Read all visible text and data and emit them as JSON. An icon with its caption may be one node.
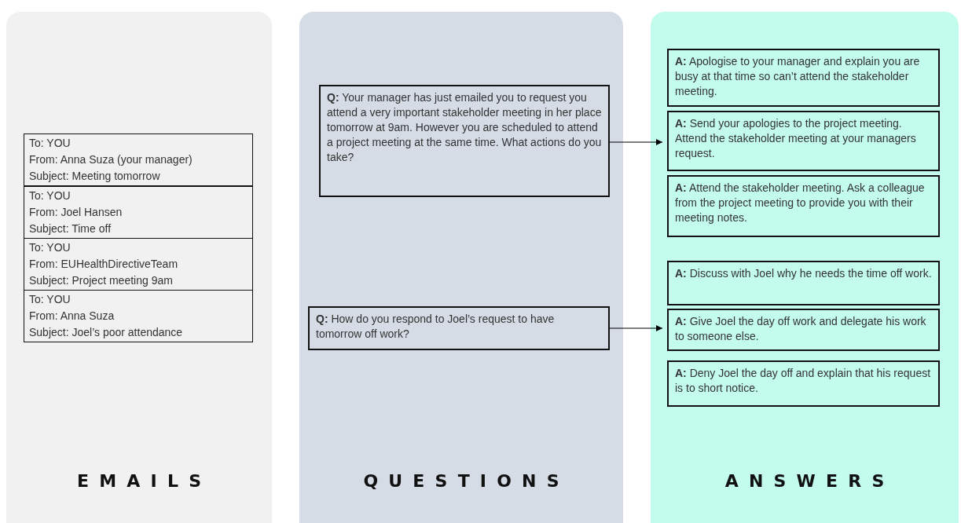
{
  "diagram": {
    "nodes": [
      {
        "text": [
          "EMAILS"
        ]
      },
      {
        "text": [
          "To: YOU",
          "From: Anna Suza (your manager)",
          "Subject: Meeting tomorrow"
        ],
        "in": 0
      },
      {
        "text": [
          "To: YOU",
          "From: Joel Hansen",
          "Subject: Time off"
        ],
        "in": 0
      },
      {
        "text": [
          "To: YOU",
          "From: EUHealthDirectiveTeam",
          "Subject: Project meeting 9am"
        ],
        "in": 0
      },
      {
        "text": [
          "To: YOU",
          "From: Anna Suza",
          "Subject: Joel’s poor attendance"
        ],
        "in": 0
      },
      {
        "text": [
          "QUESTIONS"
        ]
      },
      {
        "text": [
          "**Q:** Your manager has just emailed you to request you attend a very important stakeholder meeting in her place tomorrow at 9am. However you are scheduled to attend a project meeting at the same time. What actions do you take?"
        ],
        "in": 5
      },
      {
        "text": [
          "**Q:** How do you respond to Joel’s request to have tomorrow off work?"
        ],
        "in": 5
      },
      {
        "text": [
          "ANSWERS"
        ]
      },
      {
        "text": [
          "**A:** Apologise to your manager and explain you are busy at that time so can’t attend the stakeholder meeting."
        ],
        "in": 8
      },
      {
        "text": [
          "**A:** Send your apologies to the project meeting. Attend the stakeholder meeting at your managers request."
        ],
        "in": 8
      },
      {
        "text": [
          "**A:** Attend the stakeholder meeting. Ask a colleague from the project meeting to provide you with their meeting notes."
        ],
        "in": 8
      },
      {
        "text": [
          "**A:** Discuss with Joel why he needs the time off work."
        ],
        "in": 8
      },
      {
        "text": [
          "**A:** Give Joel the day off work and delegate his work to someone else."
        ],
        "in": 8
      },
      {
        "text": [
          "**A:** Deny Joel the day off and explain that his request is to short notice."
        ],
        "in": 8
      }
    ],
    "edges": [
      {
        "from": 6,
        "to": 10,
        "arrow": "to"
      },
      {
        "from": 7,
        "to": 13,
        "arrow": "to"
      }
    ]
  }
}
